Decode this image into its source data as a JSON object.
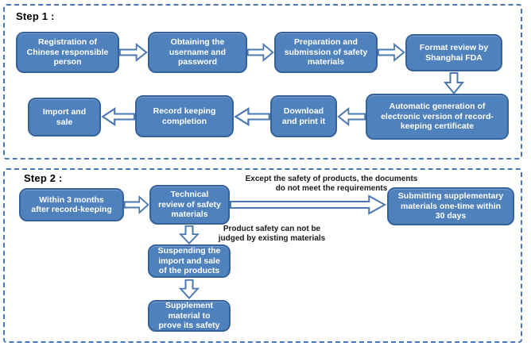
{
  "colors": {
    "box_fill": "#4f81bd",
    "box_border": "#36629c",
    "box_text": "#ffffff",
    "panel_border": "#4677b9",
    "label_text": "#000000",
    "arrow_fill": "#ffffff",
    "arrow_outline": "#4a78b0"
  },
  "icons": {
    "right": "block-arrow-right-icon",
    "left": "block-arrow-left-icon",
    "down": "block-arrow-down-icon",
    "long_right": "long-block-arrow-right-icon"
  },
  "step1": {
    "label": "Step 1 :",
    "registration": "Registration of\nChinese responsible\nperson",
    "obtaining": "Obtaining the\nusername and\npassword",
    "preparation": "Preparation and\nsubmission of safety\nmaterials",
    "format_review": "Format review by\nShanghai FDA",
    "auto_generation": "Automatic generation of\nelectronic version of record-\nkeeping certificate",
    "download_print": "Download\nand print it",
    "record_keeping": "Record keeping\ncompletion",
    "import_sale": "Import and\nsale"
  },
  "step2": {
    "label": "Step 2 :",
    "within_3_months": "Within 3 months\nafter record-keeping",
    "technical_review": "Technical\nreview of safety\nmaterials",
    "submitting_supplementary": "Submitting supplementary\nmaterials one-time within\n30 days",
    "suspending": "Suspending the\nimport and sale\nof the products",
    "supplement": "Supplement\nmaterial to\nprove its safety",
    "annotation_documents": "Except the safety of products, the documents\ndo not meet the requirements",
    "annotation_product_safety": "Product safety can not be\njudged by existing materials"
  }
}
